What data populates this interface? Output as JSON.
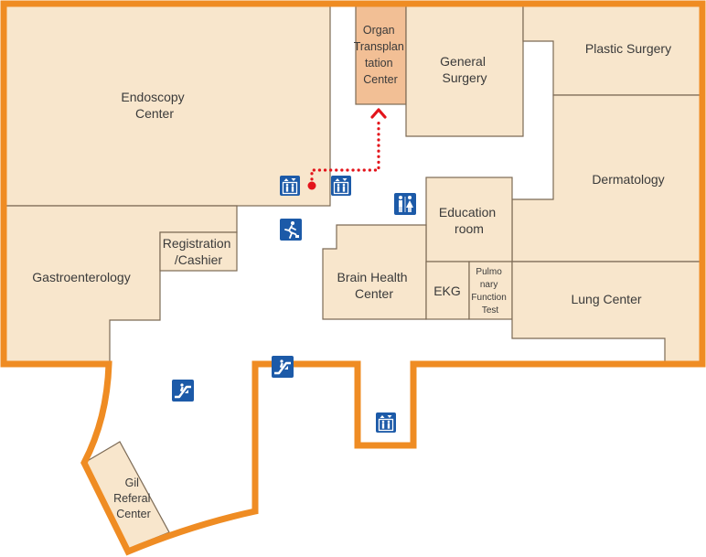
{
  "colors": {
    "outline": "#ef8c23",
    "room_fill": "#f8e6cc",
    "highlight_fill": "#f2bf95",
    "room_stroke": "#7c6a55",
    "icon_bg": "#1c5aa8",
    "route": "#e3141b"
  },
  "rooms": {
    "endoscopy": [
      "Endoscopy",
      "Center"
    ],
    "organ_transplant": [
      "Organ",
      "Transplan",
      "tation",
      "Center"
    ],
    "general_surgery": [
      "General",
      "Surgery"
    ],
    "plastic_surgery": [
      "Plastic Surgery"
    ],
    "dermatology": [
      "Dermatology"
    ],
    "education_room": [
      "Education",
      "room"
    ],
    "registration": [
      "Registration",
      "/Cashier"
    ],
    "gastroenterology": [
      "Gastroenterology"
    ],
    "brain_health": [
      "Brain Health",
      "Center"
    ],
    "ekg": [
      "EKG"
    ],
    "pulmonary": [
      "Pulmo",
      "nary",
      "Function",
      "Test"
    ],
    "lung_center": [
      "Lung Center"
    ],
    "gil_referral": [
      "Gil",
      "Referal",
      "Center"
    ]
  },
  "icons": {
    "elevator": "elevator-icon",
    "restroom": "restroom-icon",
    "emergency_exit": "emergency-exit-icon",
    "escalator": "escalator-icon",
    "current_location": "current-location-marker"
  }
}
